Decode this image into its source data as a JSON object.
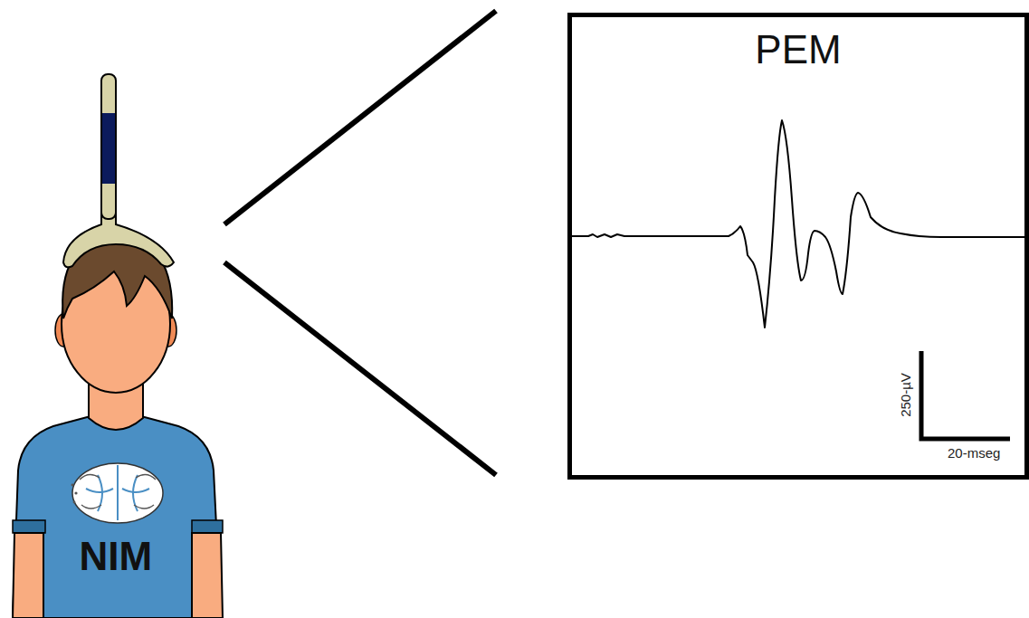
{
  "diagram": {
    "nodes": [
      {
        "text": [
          "PEM"
        ]
      }
    ],
    "labels": [
      "NIM",
      "250-µV",
      "20-mseg"
    ]
  }
}
